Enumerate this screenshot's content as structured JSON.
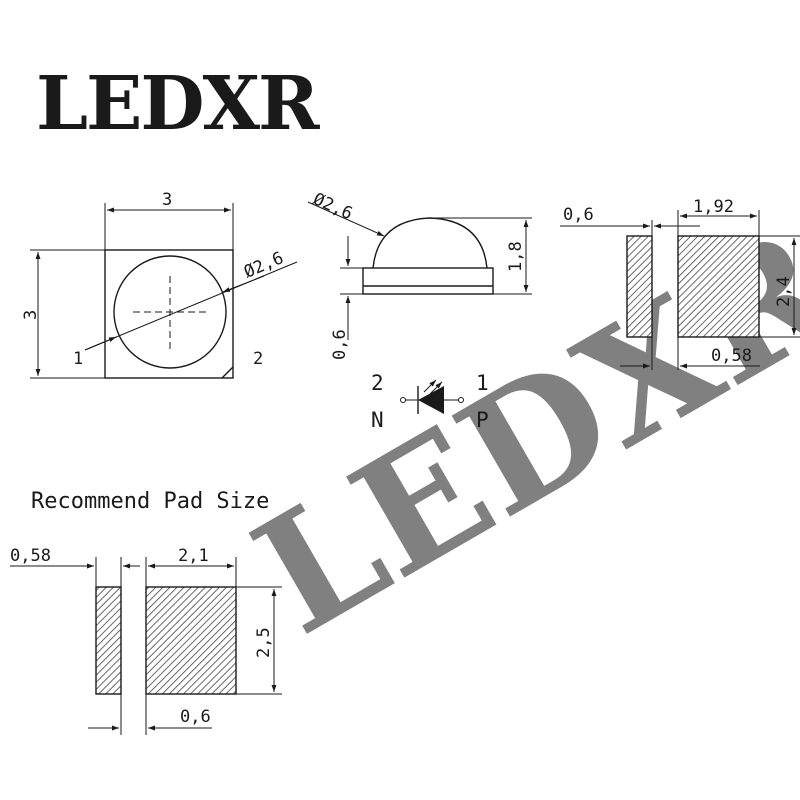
{
  "logo": {
    "text": "LEDXR"
  },
  "watermark": {
    "text": "LEDXR"
  },
  "top_view": {
    "width": "3",
    "height": "3",
    "lens_diameter": "Ø2,6",
    "pin1": "1",
    "pin2": "2"
  },
  "side_view": {
    "lens_diameter": "Ø2,6",
    "height": "1,8",
    "base_height": "0,6"
  },
  "symbol": {
    "left_number": "2",
    "left_letter": "N",
    "right_number": "1",
    "right_letter": "P"
  },
  "bottom_view": {
    "small_pad_width": "0,6",
    "large_pad_width": "1,92",
    "pad_height": "2,4",
    "gap": "0,58"
  },
  "pad_section": {
    "title": "Recommend Pad Size",
    "small_pad_width": "0,58",
    "large_pad_width": "2,1",
    "pad_height": "2,5",
    "gap": "0,6"
  },
  "colors": {
    "line": "#1a1a1a",
    "logo_dark": "#1f3a78",
    "logo_light": "#6f93c9",
    "watermark": "#d7e3f0"
  }
}
